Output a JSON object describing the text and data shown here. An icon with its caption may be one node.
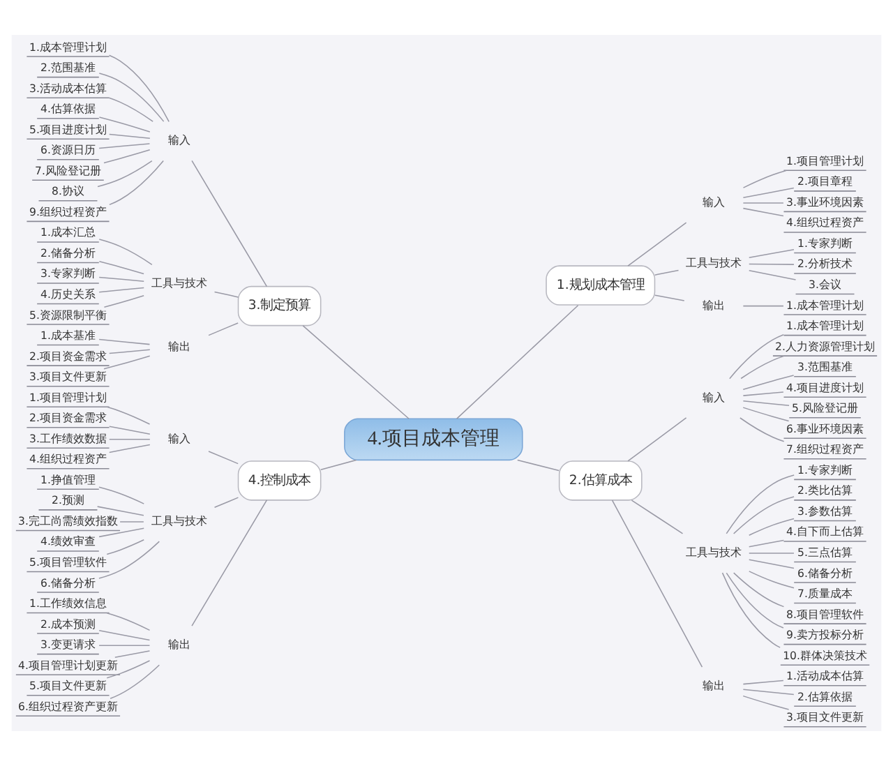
{
  "diagram": {
    "nodes": [
      {
        "text": [
          "4.项目成本管理"
        ]
      },
      {
        "text": [
          "1.规划成本管理"
        ]
      },
      {
        "text": [
          "输入"
        ]
      },
      {
        "text": [
          "1.项目管理计划"
        ]
      },
      {
        "text": [
          "2.项目章程"
        ]
      },
      {
        "text": [
          "3.事业环境因素"
        ]
      },
      {
        "text": [
          "4.组织过程资产"
        ]
      },
      {
        "text": [
          "工具与技术"
        ]
      },
      {
        "text": [
          "1.专家判断"
        ]
      },
      {
        "text": [
          "2.分析技术"
        ]
      },
      {
        "text": [
          "3.会议"
        ]
      },
      {
        "text": [
          "输出"
        ]
      },
      {
        "text": [
          "1.成本管理计划"
        ]
      },
      {
        "text": [
          "2.估算成本"
        ]
      },
      {
        "text": [
          "输入"
        ]
      },
      {
        "text": [
          "1.成本管理计划"
        ]
      },
      {
        "text": [
          "2.人力资源管理计划"
        ]
      },
      {
        "text": [
          "3.范围基准"
        ]
      },
      {
        "text": [
          "4.项目进度计划"
        ]
      },
      {
        "text": [
          "5.风险登记册"
        ]
      },
      {
        "text": [
          "6.事业环境因素"
        ]
      },
      {
        "text": [
          "7.组织过程资产"
        ]
      },
      {
        "text": [
          "工具与技术"
        ]
      },
      {
        "text": [
          "1.专家判断"
        ]
      },
      {
        "text": [
          "2.类比估算"
        ]
      },
      {
        "text": [
          "3.参数估算"
        ]
      },
      {
        "text": [
          "4.自下而上估算"
        ]
      },
      {
        "text": [
          "5.三点估算"
        ]
      },
      {
        "text": [
          "6.储备分析"
        ]
      },
      {
        "text": [
          "7.质量成本"
        ]
      },
      {
        "text": [
          "8.项目管理软件"
        ]
      },
      {
        "text": [
          "9.卖方投标分析"
        ]
      },
      {
        "text": [
          "10.群体决策技术"
        ]
      },
      {
        "text": [
          "输出"
        ]
      },
      {
        "text": [
          "1.活动成本估算"
        ]
      },
      {
        "text": [
          "2.估算依据"
        ]
      },
      {
        "text": [
          "3.项目文件更新"
        ]
      },
      {
        "text": [
          "3.制定预算"
        ]
      },
      {
        "text": [
          "输入"
        ]
      },
      {
        "text": [
          "1.成本管理计划"
        ]
      },
      {
        "text": [
          "2.范围基准"
        ]
      },
      {
        "text": [
          "3.活动成本估算"
        ]
      },
      {
        "text": [
          "4.估算依据"
        ]
      },
      {
        "text": [
          "5.项目进度计划"
        ]
      },
      {
        "text": [
          "6.资源日历"
        ]
      },
      {
        "text": [
          "7.风险登记册"
        ]
      },
      {
        "text": [
          "8.协议"
        ]
      },
      {
        "text": [
          "9.组织过程资产"
        ]
      },
      {
        "text": [
          "工具与技术"
        ]
      },
      {
        "text": [
          "1.成本汇总"
        ]
      },
      {
        "text": [
          "2.储备分析"
        ]
      },
      {
        "text": [
          "3.专家判断"
        ]
      },
      {
        "text": [
          "4.历史关系"
        ]
      },
      {
        "text": [
          "5.资源限制平衡"
        ]
      },
      {
        "text": [
          "输出"
        ]
      },
      {
        "text": [
          "1.成本基准"
        ]
      },
      {
        "text": [
          "2.项目资金需求"
        ]
      },
      {
        "text": [
          "3.项目文件更新"
        ]
      },
      {
        "text": [
          "4.控制成本"
        ]
      },
      {
        "text": [
          "输入"
        ]
      },
      {
        "text": [
          "1.项目管理计划"
        ]
      },
      {
        "text": [
          "2.项目资金需求"
        ]
      },
      {
        "text": [
          "3.工作绩效数据"
        ]
      },
      {
        "text": [
          "4.组织过程资产"
        ]
      },
      {
        "text": [
          "工具与技术"
        ]
      },
      {
        "text": [
          "1.挣值管理"
        ]
      },
      {
        "text": [
          "2.预测"
        ]
      },
      {
        "text": [
          "3.完工尚需绩效指数"
        ]
      },
      {
        "text": [
          "4.绩效审查"
        ]
      },
      {
        "text": [
          "5.项目管理软件"
        ]
      },
      {
        "text": [
          "6.储备分析"
        ]
      },
      {
        "text": [
          "输出"
        ]
      },
      {
        "text": [
          "1.工作绩效信息"
        ]
      },
      {
        "text": [
          "2.成本预测"
        ]
      },
      {
        "text": [
          "3.变更请求"
        ]
      },
      {
        "text": [
          "4.项目管理计划更新"
        ]
      },
      {
        "text": [
          "5.项目文件更新"
        ]
      },
      {
        "text": [
          "6.组织过程资产更新"
        ]
      }
    ],
    "edges": [
      {
        "from": 0,
        "to": 1,
        "arrow": "none"
      },
      {
        "from": 1,
        "to": 2,
        "arrow": "none"
      },
      {
        "from": 2,
        "to": 3,
        "arrow": "none"
      },
      {
        "from": 2,
        "to": 4,
        "arrow": "none"
      },
      {
        "from": 2,
        "to": 5,
        "arrow": "none"
      },
      {
        "from": 2,
        "to": 6,
        "arrow": "none"
      },
      {
        "from": 1,
        "to": 7,
        "arrow": "none"
      },
      {
        "from": 7,
        "to": 8,
        "arrow": "none"
      },
      {
        "from": 7,
        "to": 9,
        "arrow": "none"
      },
      {
        "from": 7,
        "to": 10,
        "arrow": "none"
      },
      {
        "from": 1,
        "to": 11,
        "arrow": "none"
      },
      {
        "from": 11,
        "to": 12,
        "arrow": "none"
      },
      {
        "from": 0,
        "to": 13,
        "arrow": "none"
      },
      {
        "from": 13,
        "to": 14,
        "arrow": "none"
      },
      {
        "from": 14,
        "to": 15,
        "arrow": "none"
      },
      {
        "from": 14,
        "to": 16,
        "arrow": "none"
      },
      {
        "from": 14,
        "to": 17,
        "arrow": "none"
      },
      {
        "from": 14,
        "to": 18,
        "arrow": "none"
      },
      {
        "from": 14,
        "to": 19,
        "arrow": "none"
      },
      {
        "from": 14,
        "to": 20,
        "arrow": "none"
      },
      {
        "from": 14,
        "to": 21,
        "arrow": "none"
      },
      {
        "from": 13,
        "to": 22,
        "arrow": "none"
      },
      {
        "from": 22,
        "to": 23,
        "arrow": "none"
      },
      {
        "from": 22,
        "to": 24,
        "arrow": "none"
      },
      {
        "from": 22,
        "to": 25,
        "arrow": "none"
      },
      {
        "from": 22,
        "to": 26,
        "arrow": "none"
      },
      {
        "from": 22,
        "to": 27,
        "arrow": "none"
      },
      {
        "from": 22,
        "to": 28,
        "arrow": "none"
      },
      {
        "from": 22,
        "to": 29,
        "arrow": "none"
      },
      {
        "from": 22,
        "to": 30,
        "arrow": "none"
      },
      {
        "from": 22,
        "to": 31,
        "arrow": "none"
      },
      {
        "from": 22,
        "to": 32,
        "arrow": "none"
      },
      {
        "from": 13,
        "to": 33,
        "arrow": "none"
      },
      {
        "from": 33,
        "to": 34,
        "arrow": "none"
      },
      {
        "from": 33,
        "to": 35,
        "arrow": "none"
      },
      {
        "from": 33,
        "to": 36,
        "arrow": "none"
      },
      {
        "from": 0,
        "to": 37,
        "arrow": "none"
      },
      {
        "from": 37,
        "to": 38,
        "arrow": "none"
      },
      {
        "from": 38,
        "to": 39,
        "arrow": "none"
      },
      {
        "from": 38,
        "to": 40,
        "arrow": "none"
      },
      {
        "from": 38,
        "to": 41,
        "arrow": "none"
      },
      {
        "from": 38,
        "to": 42,
        "arrow": "none"
      },
      {
        "from": 38,
        "to": 43,
        "arrow": "none"
      },
      {
        "from": 38,
        "to": 44,
        "arrow": "none"
      },
      {
        "from": 38,
        "to": 45,
        "arrow": "none"
      },
      {
        "from": 38,
        "to": 46,
        "arrow": "none"
      },
      {
        "from": 38,
        "to": 47,
        "arrow": "none"
      },
      {
        "from": 37,
        "to": 48,
        "arrow": "none"
      },
      {
        "from": 48,
        "to": 49,
        "arrow": "none"
      },
      {
        "from": 48,
        "to": 50,
        "arrow": "none"
      },
      {
        "from": 48,
        "to": 51,
        "arrow": "none"
      },
      {
        "from": 48,
        "to": 52,
        "arrow": "none"
      },
      {
        "from": 48,
        "to": 53,
        "arrow": "none"
      },
      {
        "from": 37,
        "to": 54,
        "arrow": "none"
      },
      {
        "from": 54,
        "to": 55,
        "arrow": "none"
      },
      {
        "from": 54,
        "to": 56,
        "arrow": "none"
      },
      {
        "from": 54,
        "to": 57,
        "arrow": "none"
      },
      {
        "from": 0,
        "to": 58,
        "arrow": "none"
      },
      {
        "from": 58,
        "to": 59,
        "arrow": "none"
      },
      {
        "from": 59,
        "to": 60,
        "arrow": "none"
      },
      {
        "from": 59,
        "to": 61,
        "arrow": "none"
      },
      {
        "from": 59,
        "to": 62,
        "arrow": "none"
      },
      {
        "from": 59,
        "to": 63,
        "arrow": "none"
      },
      {
        "from": 58,
        "to": 64,
        "arrow": "none"
      },
      {
        "from": 64,
        "to": 65,
        "arrow": "none"
      },
      {
        "from": 64,
        "to": 66,
        "arrow": "none"
      },
      {
        "from": 64,
        "to": 67,
        "arrow": "none"
      },
      {
        "from": 64,
        "to": 68,
        "arrow": "none"
      },
      {
        "from": 64,
        "to": 69,
        "arrow": "none"
      },
      {
        "from": 64,
        "to": 70,
        "arrow": "none"
      },
      {
        "from": 58,
        "to": 71,
        "arrow": "none"
      },
      {
        "from": 71,
        "to": 72,
        "arrow": "none"
      },
      {
        "from": 71,
        "to": 73,
        "arrow": "none"
      },
      {
        "from": 71,
        "to": 74,
        "arrow": "none"
      },
      {
        "from": 71,
        "to": 75,
        "arrow": "none"
      },
      {
        "from": 71,
        "to": 76,
        "arrow": "none"
      },
      {
        "from": 71,
        "to": 77,
        "arrow": "none"
      }
    ]
  }
}
